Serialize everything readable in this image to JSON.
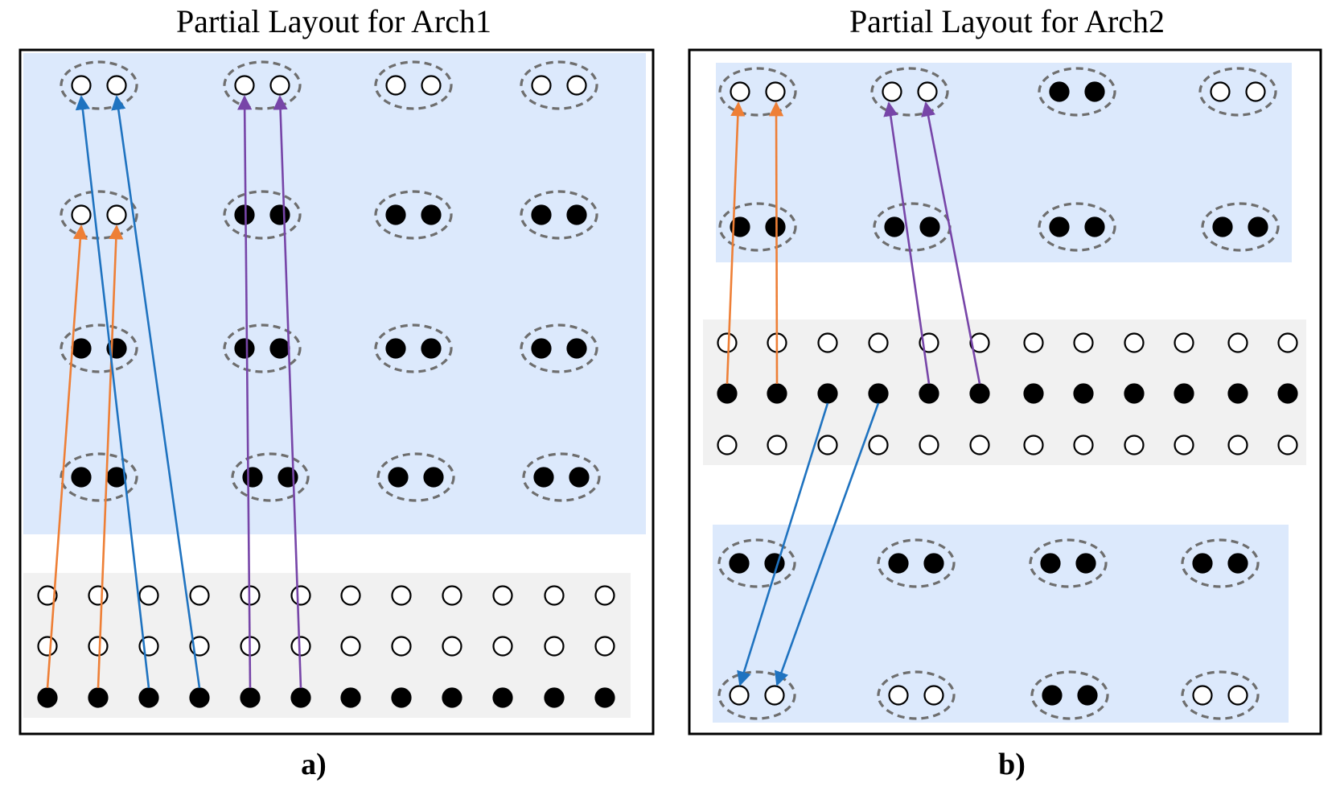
{
  "panel_a": {
    "title": "Partial Layout for Arch1",
    "caption": "a)"
  },
  "panel_b": {
    "title": "Partial Layout for Arch2",
    "caption": "b)"
  },
  "colors": {
    "entangling_zone": "#dce9fc",
    "storage_zone": "#f1f1f1",
    "trap_outline": "#6e6e6e",
    "move_orange": "#ee7f36",
    "move_blue": "#1f73c0",
    "move_purple": "#7745a8",
    "atom": "#000000"
  },
  "diagram": {
    "panel_a_traps": [
      [
        "empty",
        "empty",
        "empty",
        "empty"
      ],
      [
        "empty",
        "filled",
        "filled",
        "filled"
      ],
      [
        "filled",
        "filled",
        "filled",
        "filled"
      ],
      [
        "filled",
        "filled",
        "filled",
        "filled"
      ]
    ],
    "panel_a_storage_rows": [
      "empty",
      "empty",
      "filled"
    ],
    "panel_b_top_traps": [
      [
        "empty",
        "empty",
        "filled",
        "empty"
      ],
      [
        "filled",
        "filled",
        "filled",
        "filled"
      ]
    ],
    "panel_b_storage_rows": [
      "empty",
      "filled",
      "empty"
    ],
    "panel_b_bottom_traps": [
      [
        "filled",
        "filled",
        "filled",
        "filled"
      ],
      [
        "empty",
        "empty",
        "filled",
        "empty"
      ]
    ]
  }
}
